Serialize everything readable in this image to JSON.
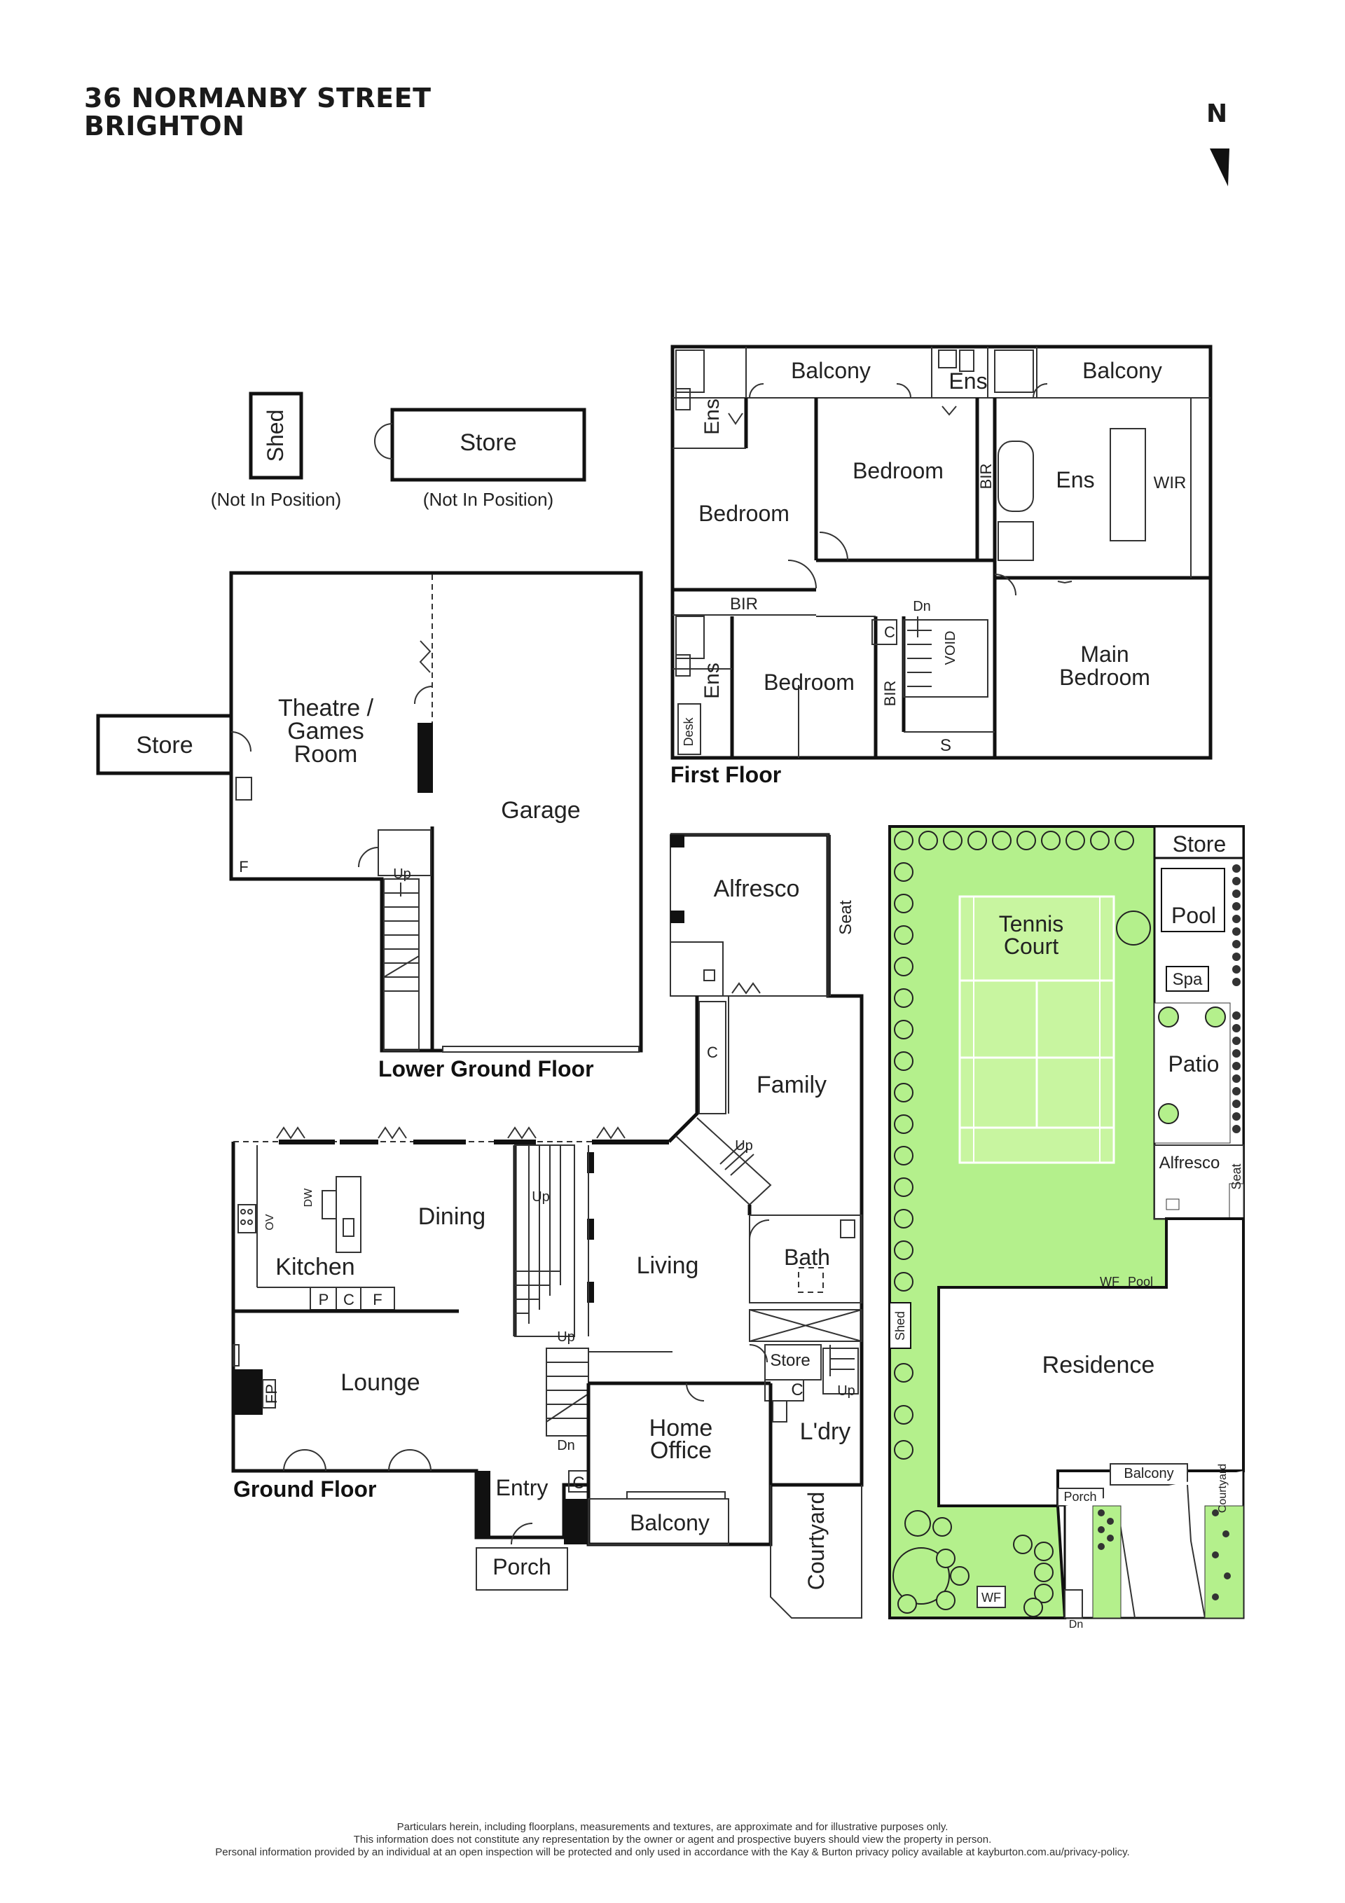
{
  "address": {
    "line1": "36 NORMANBY STREET",
    "line2": "BRIGHTON"
  },
  "north": "N",
  "floors": {
    "lower_ground": "Lower Ground Floor",
    "ground": "Ground Floor",
    "first": "First Floor"
  },
  "rooms": {
    "shed": "Shed",
    "not_in_position_1": "(Not In Position)",
    "store_detached": "Store",
    "not_in_position_2": "(Not In Position)",
    "theatre_1": "Theatre /",
    "theatre_2": "Games",
    "theatre_3": "Room",
    "lg_store": "Store",
    "garage": "Garage",
    "lg_up": "Up",
    "lg_f": "F",
    "fb_balcony_1": "Balcony",
    "fb_ens_1": "Ens",
    "fb_balcony_2": "Balcony",
    "fb_ens_2": "Ens",
    "fb_bedroom_1": "Bedroom",
    "fb_bedroom_2": "Bedroom",
    "fb_bir_1": "BIR",
    "fb_ens_3": "Ens",
    "fb_wir": "WIR",
    "fb_bir_2": "BIR",
    "fb_dn": "Dn",
    "fb_c": "C",
    "fb_void": "VOID",
    "fb_main_1": "Main",
    "fb_main_2": "Bedroom",
    "fb_ens_4": "Ens",
    "fb_bedroom_3": "Bedroom",
    "fb_desk": "Desk",
    "fb_bir_3": "BIR",
    "fb_s": "S",
    "alfresco": "Alfresco",
    "seat": "Seat",
    "family": "Family",
    "gf_c1": "C",
    "gf_up1": "Up",
    "dining": "Dining",
    "kitchen": "Kitchen",
    "dw": "DW",
    "ov": "OV",
    "p": "P",
    "c": "C",
    "f": "F",
    "gf_up2": "Up",
    "living": "Living",
    "bath": "Bath",
    "lounge": "Lounge",
    "fp": "FP",
    "gf_up3": "Up",
    "gf_dn": "Dn",
    "gf_store": "Store",
    "gf_c2": "C",
    "gf_up4": "Up",
    "home_office_1": "Home",
    "home_office_2": "Office",
    "laundry": "L'dry",
    "entry": "Entry",
    "gf_c3": "C",
    "gf_balcony": "Balcony",
    "porch": "Porch",
    "courtyard": "Courtyard"
  },
  "site": {
    "store": "Store",
    "tennis_1": "Tennis",
    "tennis_2": "Court",
    "pool": "Pool",
    "spa": "Spa",
    "patio": "Patio",
    "alfresco": "Alfresco",
    "seat": "Seat",
    "wf1": "WF",
    "pool2": "Pool",
    "shed": "Shed",
    "residence": "Residence",
    "balcony": "Balcony",
    "porch": "Porch",
    "courtyard": "Courtyard",
    "wf2": "WF",
    "dn": "Dn"
  },
  "disclaimer": [
    "Particulars herein, including floorplans, measurements and textures, are approximate and for illustrative purposes only.",
    "This information does not constitute any representation by the owner or agent and prospective buyers should view the property in person.",
    "Personal information provided by an individual at an open inspection will be protected and only used in accordance with the Kay & Burton privacy policy available at kayburton.com.au/privacy-policy."
  ],
  "colors": {
    "lawn": "#b4f08c",
    "court": "#c8f5a0",
    "wall": "#111111"
  }
}
